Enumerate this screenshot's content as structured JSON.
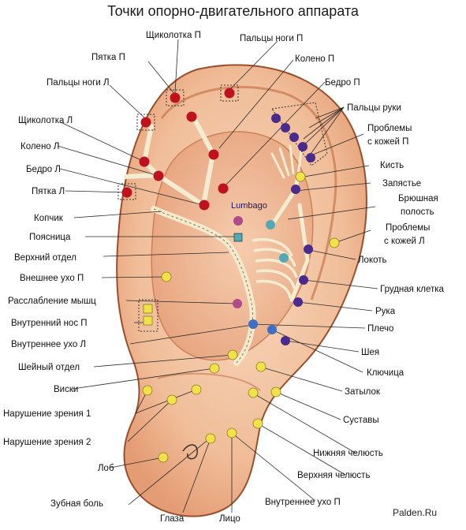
{
  "title": "Точки опорно-двигательного аппарата",
  "watermark": "Palden.Ru",
  "lumbago": "Lumbago",
  "colors": {
    "red": "#c0121e",
    "purple": "#4a2a8c",
    "yellow": "#f2e24a",
    "blue": "#3d6fc4",
    "teal": "#52a9b4",
    "magenta": "#b04a8a",
    "skin": "#f4c7a4",
    "skin_dark": "#e29a73",
    "outline": "#9a4f2c"
  },
  "labels": {
    "shchikolotka_p": "Щиколотка П",
    "paltsy_nogi_p": "Пальцы ноги П",
    "pyatka_p": "Пятка П",
    "koleno_p": "Колено П",
    "paltsy_nogi_l": "Пальцы ноги Л",
    "bedro_p": "Бедро П",
    "paltsy_ruki": "Пальцы руки",
    "shchikolotka_l": "Щиколотка Л",
    "problemy_kozhey_p_1": "Проблемы",
    "problemy_kozhey_p_2": "с кожей П",
    "koleno_l": "Колено Л",
    "kist": "Кисть",
    "bedro_l": "Бедро Л",
    "zapyastye": "Запястье",
    "pyatka_l": "Пятка Л",
    "bryushnaya_1": "Брюшная",
    "bryushnaya_2": "полость",
    "kopchik": "Копчик",
    "problemy_kozhey_l_1": "Проблемы",
    "problemy_kozhey_l_2": "с кожей Л",
    "poyasnitsa": "Поясница",
    "lokot": "Локоть",
    "verkhniy_otdel": "Верхний отдел",
    "vneshnee_ukho_p": "Внешнее ухо П",
    "grudnaya_kletka": "Грудная клетка",
    "rasslablenie": "Расслабление мышц",
    "ruka": "Рука",
    "vnutrenniy_nos_p": "Внутренний нос П",
    "plecho": "Плечо",
    "vnutrennee_ukho_l": "Внутреннее ухо Л",
    "sheya": "Шея",
    "sheyny_otdel": "Шейный отдел",
    "klyuchitsa": "Ключица",
    "viski": "Виски",
    "zatylok": "Затылок",
    "narushenie_zreniya_1": "Нарушение зрения 1",
    "sustavy": "Суставы",
    "narushenie_zreniya_2": "Нарушение зрения 2",
    "nizhnyaya_chelyust": "Нижняя челюсть",
    "lob": "Лоб",
    "verkhnyaya_chelyust": "Верхняя челюсть",
    "zubnaya_bol": "Зубная боль",
    "vnutrennee_ukho_p": "Внутреннее ухо П",
    "glaza": "Глаза",
    "litso": "Лицо"
  }
}
